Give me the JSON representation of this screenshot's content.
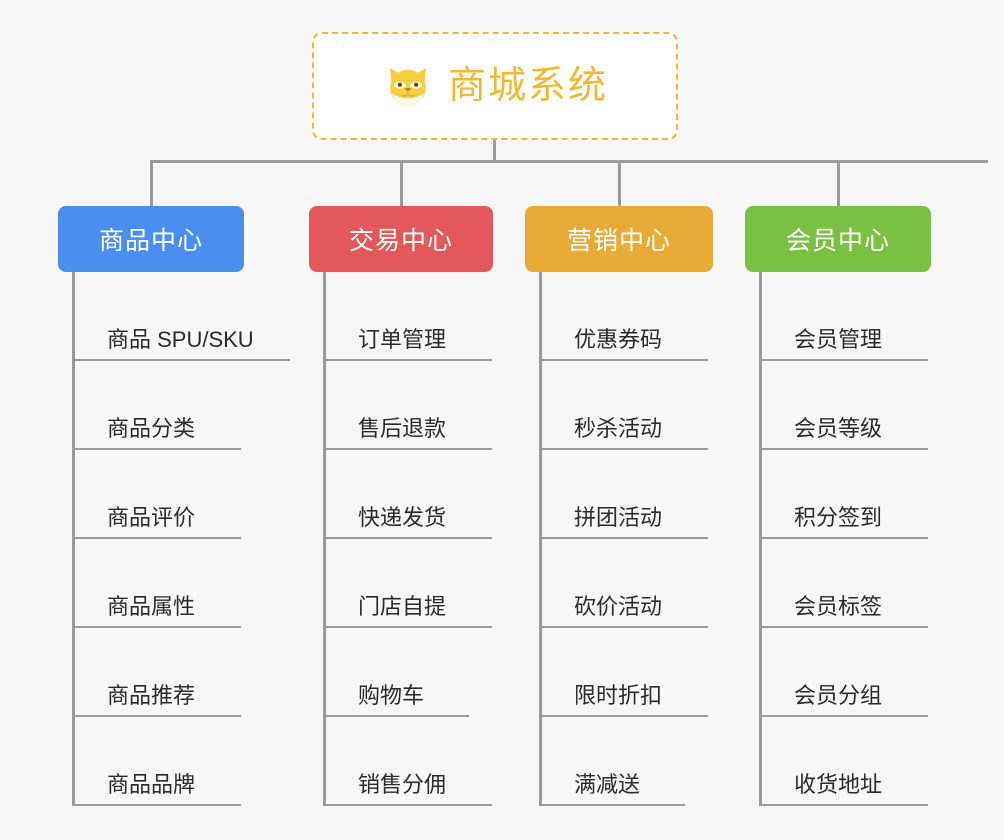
{
  "diagram": {
    "type": "mindmap",
    "background_color": "#f7f7f7",
    "root": {
      "title": "商城系统",
      "icon": "shiba-dog-face-icon",
      "text_color": "#f2b830",
      "border_color": "#f2b830",
      "border_style": "dashed"
    },
    "connector_color": "#9b9b9b",
    "branches": [
      {
        "title": "商品中心",
        "color": "#4a8ef0",
        "color_name": "blue",
        "items": [
          "商品 SPU/SKU",
          "商品分类",
          "商品评价",
          "商品属性",
          "商品推荐",
          "商品品牌"
        ]
      },
      {
        "title": "交易中心",
        "color": "#e3595b",
        "color_name": "red",
        "items": [
          "订单管理",
          "售后退款",
          "快递发货",
          "门店自提",
          "购物车",
          "销售分佣"
        ]
      },
      {
        "title": "营销中心",
        "color": "#e9ab38",
        "color_name": "orange",
        "items": [
          "优惠券码",
          "秒杀活动",
          "拼团活动",
          "砍价活动",
          "限时折扣",
          "满减送"
        ]
      },
      {
        "title": "会员中心",
        "color": "#7ac143",
        "color_name": "green",
        "items": [
          "会员管理",
          "会员等级",
          "积分签到",
          "会员标签",
          "会员分组",
          "收货地址"
        ]
      }
    ]
  }
}
